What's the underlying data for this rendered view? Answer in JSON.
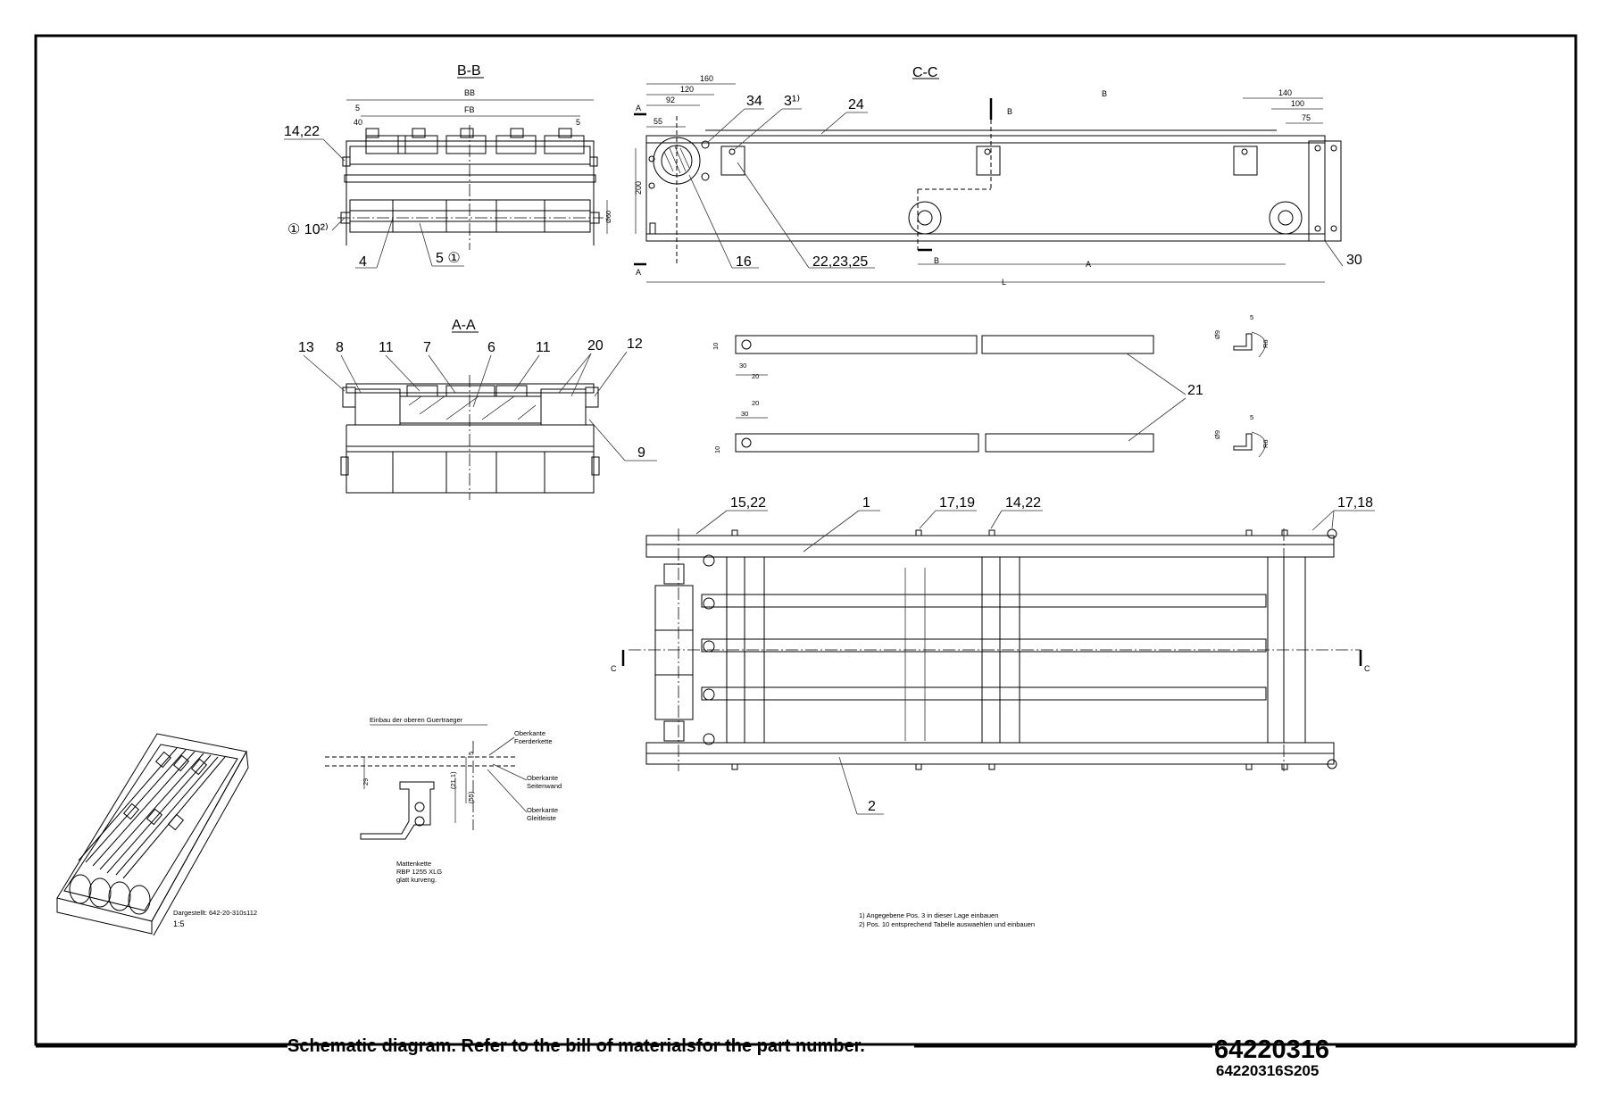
{
  "footer": {
    "note": "Schematic diagram. Refer to the bill of materialsfor the part number.",
    "part_number": "64220316",
    "drawing_number": "64220316S205"
  },
  "sections": {
    "bb": "B-B",
    "aa": "A-A",
    "cc": "C-C"
  },
  "view_bb": {
    "dim_bb": "BB",
    "dim_fb": "FB",
    "dim_5_left": "5",
    "dim_40": "40",
    "dim_5_right": "5",
    "dim_d60": "Ø60",
    "pos_14_22": "14,22",
    "pos_10": "① 10²⁾",
    "pos_4": "4",
    "pos_5": "5 ①"
  },
  "view_cc": {
    "dim_160": "160",
    "dim_120": "120",
    "dim_92": "92",
    "dim_55": "55",
    "dim_200": "200",
    "dim_b_top": "B",
    "dim_140": "140",
    "dim_100": "100",
    "dim_75": "75",
    "dim_a": "A",
    "dim_l": "L",
    "cut_a_top": "A",
    "cut_a_bottom": "A",
    "cut_b_top": "B",
    "cut_b_bottom": "B",
    "pos_34": "34",
    "pos_3": "3¹⁾",
    "pos_24": "24",
    "pos_16": "16",
    "pos_22_23_25": "22,23,25",
    "pos_30": "30"
  },
  "view_aa": {
    "pos_13": "13",
    "pos_8": "8",
    "pos_11a": "11",
    "pos_7": "7",
    "pos_6": "6",
    "pos_11b": "11",
    "pos_20": "20",
    "pos_12": "12",
    "pos_9": "9"
  },
  "view_bars": {
    "dim_10_top": "10",
    "dim_30_top": "30",
    "dim_20_top": "20",
    "dim_20_bot": "20",
    "dim_30_bot": "30",
    "dim_10_bot": "10",
    "dim_d9_top": "Ø9",
    "dim_5_top": "5",
    "dim_r6_top": "R6",
    "dim_d9_bot": "Ø9",
    "dim_5_bot": "5",
    "dim_r6_bot": "R6",
    "pos_21": "21"
  },
  "view_top": {
    "pos_15_22": "15,22",
    "pos_1": "1",
    "pos_17_19": "17,19",
    "pos_14_22": "14,22",
    "pos_17_18": "17,18",
    "pos_2": "2",
    "cut_c_left": "C",
    "cut_c_right": "C"
  },
  "detail": {
    "title": "Einbau der oberen Guertraeger",
    "top_chain_1": "Oberkante",
    "top_chain_2": "Foerderkette",
    "side_wall_1": "Oberkante",
    "side_wall_2": "Seitenwand",
    "glide_1": "Oberkante",
    "glide_2": "Gleitleiste",
    "dim_5": "5",
    "dim_29": "29",
    "dim_21_1": "(21,1)",
    "dim_55": "(55)",
    "chain_1": "Mattenkette",
    "chain_2": "RBP 1255 XLG",
    "chain_3": "glatt kurveng."
  },
  "iso": {
    "caption": "Dargestellt: 642-20-310s112",
    "scale": "1:5"
  },
  "notes": {
    "note1": "1) Angegebene Pos. 3 in dieser Lage einbauen",
    "note2": "2) Pos. 10 entsprechend Tabelle auswaehlen und einbauen"
  }
}
